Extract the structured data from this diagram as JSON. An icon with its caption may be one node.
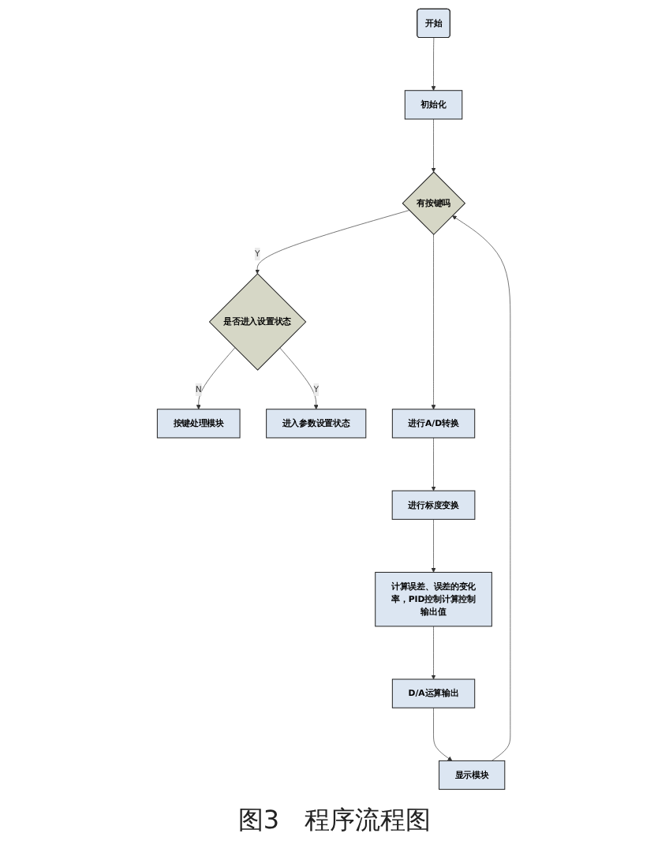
{
  "diagram": {
    "caption": "图3　程序流程图",
    "nodes": [
      {
        "text": [
          "开始"
        ]
      },
      {
        "text": [
          "初始化"
        ]
      },
      {
        "text": [
          "有按键吗"
        ]
      },
      {
        "text": [
          "是否进入设置状态"
        ]
      },
      {
        "text": [
          "按键处理模块"
        ]
      },
      {
        "text": [
          "进入参数设置状态"
        ]
      },
      {
        "text": [
          "进行A/D转换"
        ]
      },
      {
        "text": [
          "进行标度变换"
        ]
      },
      {
        "text": [
          "计算误差、误差的变化率，PID控制计算控制输出值"
        ]
      },
      {
        "text": [
          "D/A运算输出"
        ]
      },
      {
        "text": [
          "显示模块"
        ]
      }
    ],
    "edges": [
      {
        "from": 0,
        "to": 1,
        "arrow": "to"
      },
      {
        "from": 1,
        "to": 2,
        "arrow": "to"
      },
      {
        "from": 2,
        "to": 3,
        "arrow": "to",
        "label": "Y"
      },
      {
        "from": 3,
        "to": 4,
        "arrow": "to",
        "label": "N"
      },
      {
        "from": 3,
        "to": 5,
        "arrow": "to",
        "label": "Y"
      },
      {
        "from": 2,
        "to": 6,
        "arrow": "to"
      },
      {
        "from": 6,
        "to": 7,
        "arrow": "to"
      },
      {
        "from": 7,
        "to": 8,
        "arrow": "to"
      },
      {
        "from": 8,
        "to": 9,
        "arrow": "to"
      },
      {
        "from": 9,
        "to": 10,
        "arrow": "to"
      },
      {
        "from": 10,
        "to": 2,
        "arrow": "to"
      }
    ]
  }
}
